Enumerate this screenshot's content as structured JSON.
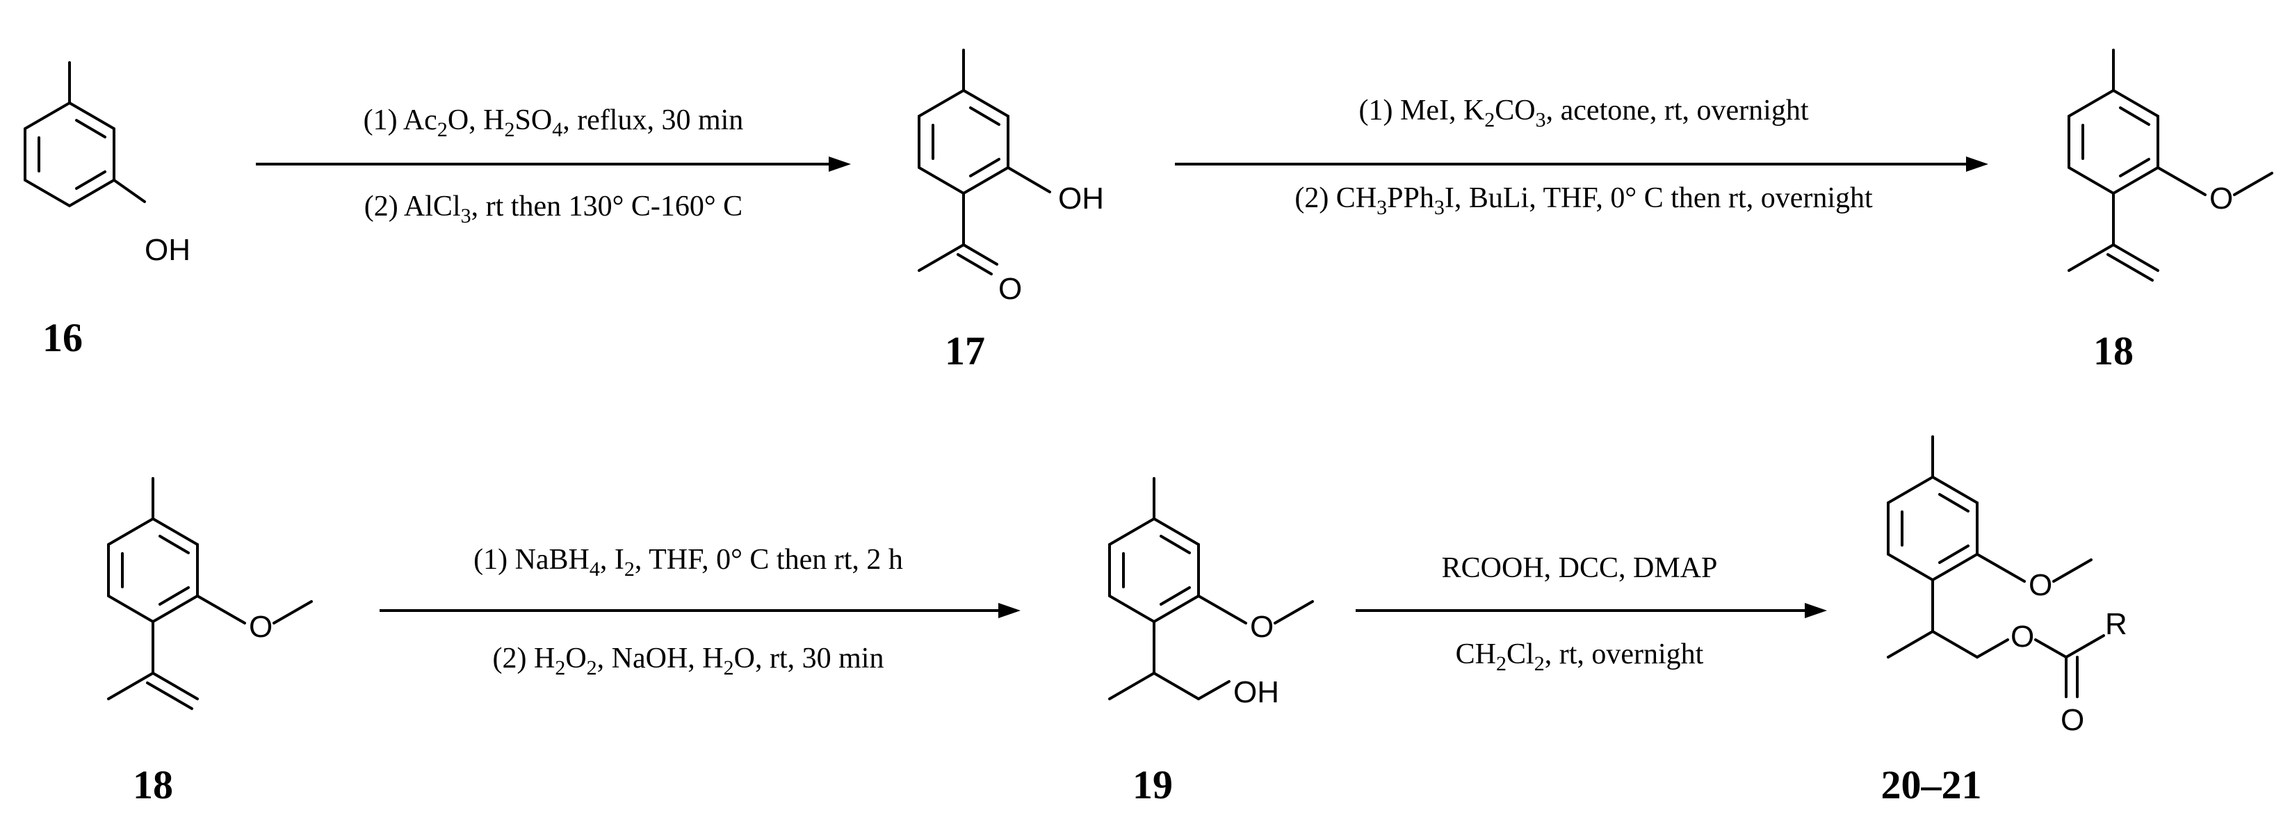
{
  "compounds": [
    {
      "id": "c16",
      "label": "16"
    },
    {
      "id": "c17",
      "label": "17"
    },
    {
      "id": "c18a",
      "label": "18"
    },
    {
      "id": "c18b",
      "label": "18"
    },
    {
      "id": "c19",
      "label": "19"
    },
    {
      "id": "c2021",
      "label": "20–21"
    }
  ],
  "atoms": {
    "oh": "OH",
    "o": "O",
    "r": "R"
  },
  "reactions": [
    {
      "id": "r1",
      "above": [
        {
          "t": "(1) Ac"
        },
        {
          "t": "2",
          "sub": true
        },
        {
          "t": "O, H"
        },
        {
          "t": "2",
          "sub": true
        },
        {
          "t": "SO"
        },
        {
          "t": "4",
          "sub": true
        },
        {
          "t": ", reflux, 30 min"
        }
      ],
      "below": [
        {
          "t": "(2) AlCl"
        },
        {
          "t": "3",
          "sub": true
        },
        {
          "t": ", rt then 130° C-160° C"
        }
      ]
    },
    {
      "id": "r2",
      "above": [
        {
          "t": "(1) MeI, K"
        },
        {
          "t": "2",
          "sub": true
        },
        {
          "t": "CO"
        },
        {
          "t": "3",
          "sub": true
        },
        {
          "t": ", acetone, rt, overnight"
        }
      ],
      "below": [
        {
          "t": "(2) CH"
        },
        {
          "t": "3",
          "sub": true
        },
        {
          "t": "PPh"
        },
        {
          "t": "3",
          "sub": true
        },
        {
          "t": "I, BuLi, THF, 0° C then rt, overnight"
        }
      ]
    },
    {
      "id": "r3",
      "above": [
        {
          "t": "(1) NaBH"
        },
        {
          "t": "4",
          "sub": true
        },
        {
          "t": ", I"
        },
        {
          "t": "2",
          "sub": true
        },
        {
          "t": ", THF, 0° C then rt, 2 h"
        }
      ],
      "below": [
        {
          "t": "(2) H"
        },
        {
          "t": "2",
          "sub": true
        },
        {
          "t": "O"
        },
        {
          "t": "2",
          "sub": true
        },
        {
          "t": ", NaOH, H"
        },
        {
          "t": "2",
          "sub": true
        },
        {
          "t": "O, rt, 30 min"
        }
      ]
    },
    {
      "id": "r4",
      "above": [
        {
          "t": "RCOOH, DCC, DMAP"
        }
      ],
      "below": [
        {
          "t": "CH"
        },
        {
          "t": "2",
          "sub": true
        },
        {
          "t": "Cl"
        },
        {
          "t": "2",
          "sub": true
        },
        {
          "t": ", rt, overnight"
        }
      ]
    }
  ]
}
